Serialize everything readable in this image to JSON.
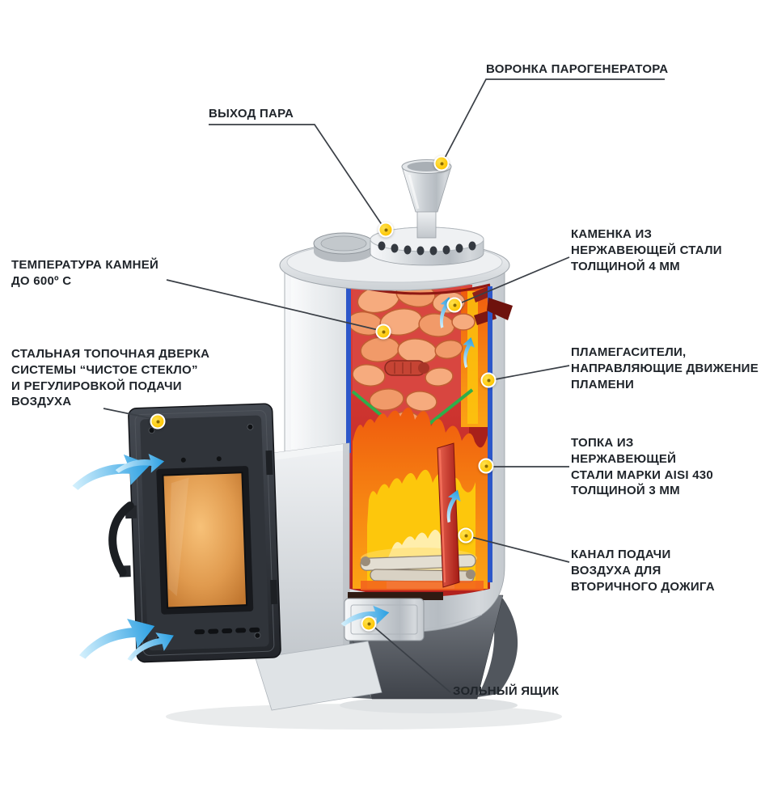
{
  "palette": {
    "marker_yellow": "#FDC500",
    "flame_orange": "#F4791F",
    "flame_yellow": "#FDC70C",
    "firebox_red": "#CE2B27",
    "air_blue": "#2FA3E4",
    "stone_bowl_green": "#2FAE4A",
    "metal_silver": "#D9DDE1",
    "door_gray": "#33373E",
    "glass_amber": "#DD9A4F",
    "callout_line": "#3A3F46"
  },
  "diagram": {
    "subject": "sauna-stove-cutaway",
    "labels": [
      {
        "id": "steam-generator-funnel",
        "text": "ВОРОНКА ПАРОГЕНЕРАТОРА"
      },
      {
        "id": "steam-outlet",
        "text": "ВЫХОД ПАРА"
      },
      {
        "id": "stone-compartment",
        "text": "КАМЕНКА ИЗ\nНЕРЖАВЕЮЩЕЙ СТАЛИ\nТОЛЩИНОЙ 4 ММ"
      },
      {
        "id": "stone-temperature",
        "text": "ТЕМПЕРАТУРА КАМНЕЙ\nДО 600º С"
      },
      {
        "id": "flame-arresters",
        "text": "ПЛАМЕГАСИТЕЛИ,\nНАПРАВЛЯЮЩИЕ ДВИЖЕНИЕ\nПЛАМЕНИ"
      },
      {
        "id": "furnace-door",
        "text": "СТАЛЬНАЯ ТОПОЧНАЯ ДВЕРКА\nСИСТЕМЫ “ЧИСТОЕ СТЕКЛО”\nИ РЕГУЛИРОВКОЙ ПОДАЧИ\nВОЗДУХА"
      },
      {
        "id": "firebox-steel",
        "text": "ТОПКА ИЗ\nНЕРЖАВЕЮЩЕЙ\nСТАЛИ МАРКИ AISI 430\nТОЛЩИНОЙ 3 ММ"
      },
      {
        "id": "secondary-air-channel",
        "text": "КАНАЛ ПОДАЧИ\nВОЗДУХА ДЛЯ\nВТОРИЧНОГО ДОЖИГА"
      },
      {
        "id": "ash-box",
        "text": "ЗОЛЬНЫЙ ЯЩИК"
      }
    ]
  }
}
